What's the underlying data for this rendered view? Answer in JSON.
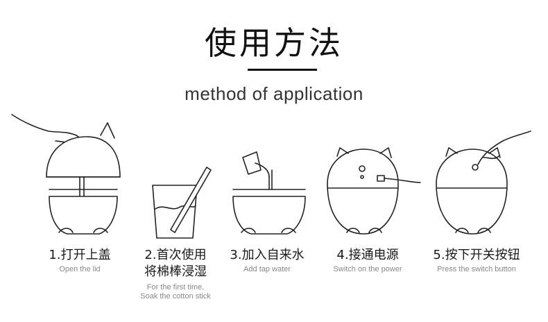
{
  "header": {
    "title": "使用方法",
    "subtitle": "method of application"
  },
  "steps": [
    {
      "zh": "1.打开上盖",
      "zh2": "",
      "en": "Open the lid",
      "en2": ""
    },
    {
      "zh": "2.首次使用",
      "zh2": "将棉棒浸湿",
      "en": "For the first time,",
      "en2": "Soak the cotton stick"
    },
    {
      "zh": "3.加入自来水",
      "zh2": "",
      "en": "Add tap water",
      "en2": ""
    },
    {
      "zh": "4.接通电源",
      "zh2": "",
      "en": "Switch on the power",
      "en2": ""
    },
    {
      "zh": "5.按下开关按钮",
      "zh2": "",
      "en": "Press the switch button",
      "en2": ""
    }
  ]
}
